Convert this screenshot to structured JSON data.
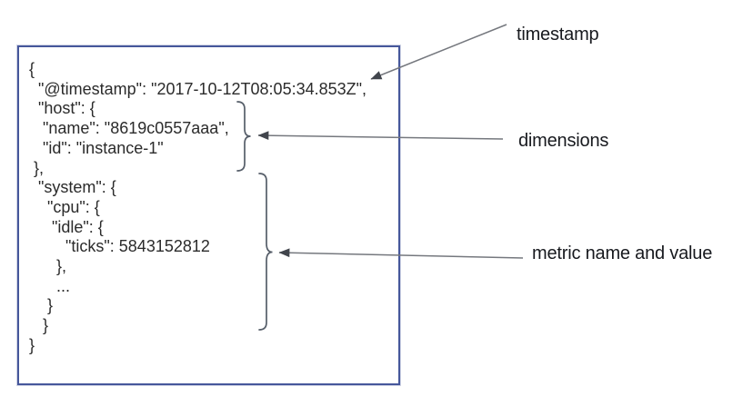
{
  "document_box": {
    "content": "{\n  \"@timestamp\": \"2017-10-12T08:05:34.853Z\",\n  \"host\": {\n   \"name\": \"8619c0557aaa\",\n   \"id\": \"instance-1\"\n },\n  \"system\": {\n    \"cpu\": {\n     \"idle\": {\n        \"ticks\": 5843152812\n      },\n      ...\n    }\n   }\n}"
  },
  "labels": {
    "timestamp": "timestamp",
    "dimensions": "dimensions",
    "metric": "metric name and value"
  },
  "document_values": {
    "timestamp": "2017-10-12T08:05:34.853Z",
    "host_name": "8619c0557aaa",
    "host_id": "instance-1",
    "cpu_idle_ticks": "5843152812"
  },
  "colors": {
    "box_border": "#46579b",
    "arrow_line": "#75787e",
    "arrowhead": "#41454c",
    "brace": "#565e69",
    "code_text": "#2b2b2b",
    "label_text": "#17191e"
  }
}
